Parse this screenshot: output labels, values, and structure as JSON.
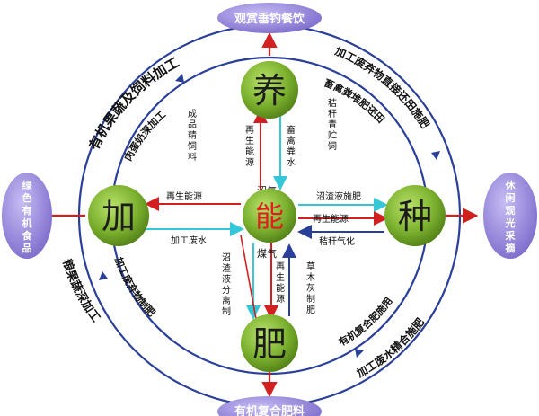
{
  "nodes": {
    "center": "能",
    "top": "养",
    "left": "加",
    "right": "种",
    "bottom": "肥"
  },
  "outputs": {
    "top": "观赏垂钓餐饮",
    "left": [
      "绿",
      "色",
      "有",
      "机",
      "食",
      "品"
    ],
    "right": [
      "休",
      "闲",
      "观",
      "光",
      "采",
      "摘"
    ],
    "bottom": "有机复合肥料"
  },
  "arcs": {
    "top_left_outer": "有机果蔬及饲料加工",
    "top_left_inner": "肉蛋奶深加工",
    "top_right_outer": "加工废弃物直接还田施肥",
    "top_right_inner": "畜禽粪堆肥还田",
    "bottom_left_outer": "粮果蔬深加工",
    "bottom_left_inner": "加工废弃物制肥",
    "bottom_right_outer": "加工废水精合施肥",
    "bottom_right_inner": "有机复合肥施用"
  },
  "flows": {
    "v_top_left": [
      "成",
      "品",
      "精",
      "饲",
      "料"
    ],
    "v_top_right": [
      "秸",
      "秆",
      "青",
      "贮",
      "饲"
    ],
    "v_mid_top_left": [
      "再",
      "生",
      "能",
      "源"
    ],
    "v_mid_top_right": [
      "畜",
      "禽",
      "粪",
      "水"
    ],
    "v_mid_bot_left": [
      "沼",
      "渣",
      "液",
      "分",
      "离",
      "制"
    ],
    "v_mid_bot_mid": [
      "再",
      "生",
      "能",
      "源"
    ],
    "v_mid_bot_right": [
      "草",
      "木",
      "灰",
      "制",
      "肥"
    ],
    "h_left_top": "再生能源",
    "h_left_bot": "加工废水",
    "h_right_top": "沼渣液施肥",
    "h_right_mid": "再生能源",
    "h_right_bot": "秸秆气化",
    "near_top": "沼气",
    "near_bottom": "煤气"
  },
  "colors": {
    "node_green": "#7bb02e",
    "output_purple": "#8a7bd3",
    "arrow_red": "#d21f1f",
    "arrow_blue": "#2a3f9a",
    "arrow_cyan": "#35c6d8",
    "center_text": "#e02020"
  }
}
